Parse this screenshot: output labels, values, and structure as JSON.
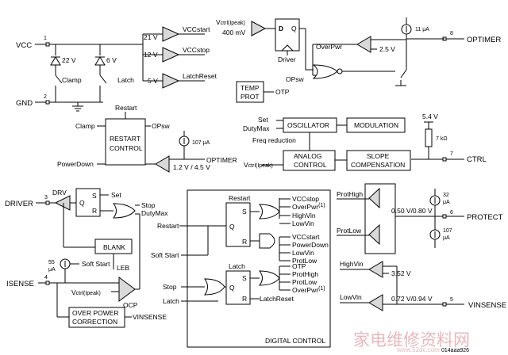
{
  "pins": {
    "vcc": "VCC",
    "gnd": "GND",
    "optimer": "OPTIMER",
    "ctrl": "CTRL",
    "driver": "DRIVER",
    "protect": "PROTECT",
    "isense": "ISENSE",
    "vinsense": "VINSENSE"
  },
  "pin_numbers": {
    "vcc": "1",
    "gnd": "2",
    "optimer": "8",
    "ctrl": "7",
    "driver": "3",
    "protect": "6",
    "isense": "4",
    "vinsense": "5"
  },
  "supply": {
    "z22": "22 V",
    "z6": "6 V",
    "clamp": "Clamp",
    "latch": "Latch",
    "v21": "21 V",
    "v12": "12 V",
    "v5": "5 V",
    "vccstart": "VCCstart",
    "vccstop": "VCCstop",
    "latchreset": "LatchReset",
    "vctrl": "V",
    "vctrl_sub": "ctrl(Ipeak)",
    "v400": "400 mV"
  },
  "dff": {
    "d": "D",
    "q": "Q",
    "label": "Driver"
  },
  "overpwr": {
    "label": "OverPwr",
    "v25": "2.5 V",
    "i11": "11 μA",
    "opsw": "OPsw"
  },
  "temp": {
    "l1": "TEMP",
    "l2": "PROT",
    "otp": "OTP"
  },
  "restart": {
    "top": "Restart",
    "l1": "RESTART",
    "l2": "CONTROL",
    "clamp": "Clamp",
    "opsw": "OPsw",
    "powerdown": "PowerDown",
    "i107": "107 μA",
    "optimer": "OPTIMER",
    "thr": "1.2 V / 4.5 V"
  },
  "osc": {
    "set": "Set",
    "dutymax": "DutyMax",
    "label": "OSCILLATOR",
    "mod": "MODULATION",
    "freqred": "Freq reduction",
    "analog1": "ANALOG",
    "analog2": "CONTROL",
    "slope1": "SLOPE",
    "slope2": "COMPENSATION",
    "vctrl": "V",
    "vctrl_sub": "ctrl(Ipeak)",
    "v54": "5.4 V",
    "r7k": "7 kΩ"
  },
  "driver_sec": {
    "drv": "DRV",
    "s": "S",
    "q": "Q",
    "r": "R",
    "set": "Set",
    "stop": "Stop",
    "dutymax": "DutyMax",
    "blank": "BLANK",
    "leb": "LEB",
    "i55": "55",
    "i55u": "μA",
    "softstart": "Soft Start",
    "vctrl": "V",
    "vctrl_sub": "ctrl(Ipeak)",
    "ocp": "OCP",
    "opc1": "OVER POWER",
    "opc2": "CORRECTION",
    "vinsense": "VINSENSE"
  },
  "digital": {
    "title": "DIGITAL CONTROL",
    "restart": "Restart",
    "s": "S",
    "q": "Q",
    "r": "R",
    "vccstop": "VCCstop",
    "overpwr": "OverPwr",
    "sup1": "(1)",
    "highvin": "HighVin",
    "lowvin": "LowVin",
    "powerdown": "PowerDown",
    "protlow": "ProtLow",
    "latch": "Latch",
    "otp": "OTP",
    "prothigh": "ProtHigh",
    "latchreset": "LatchReset",
    "restart_out": "Restart",
    "softstart_out": "Soft Start",
    "stop_out": "Stop",
    "latch_out": "Latch"
  },
  "protect": {
    "prothigh": "ProtHigh",
    "protlow": "ProtLow",
    "i32": "32",
    "i107": "107",
    "ua": "μA",
    "thr": "0.50 V/0.80 V"
  },
  "vin": {
    "highvin": "HighVin",
    "v352": "3.52 V",
    "lowvin": "LowVin",
    "thr": "0.72 V/0.94 V"
  },
  "ref": "014aaa926",
  "watermark": {
    "text": "家电维修资料网",
    "url": "www.52dc.com"
  }
}
